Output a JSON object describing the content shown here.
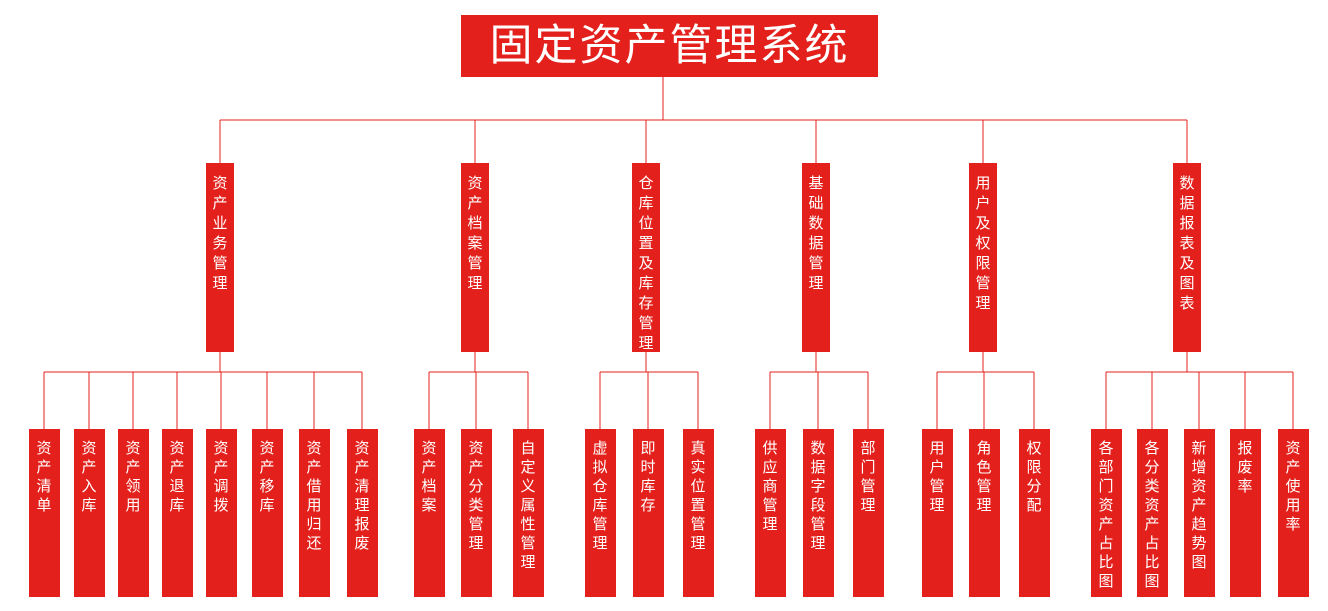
{
  "title": "固定资产管理系统",
  "colors": {
    "box": "#e3201b",
    "text": "#ffffff",
    "line": "#e3201b"
  },
  "categories": [
    {
      "label": "资产业务管理",
      "children": [
        "资产清单",
        "资产入库",
        "资产领用",
        "资产退库",
        "资产调拨",
        "资产移库",
        "资产借用归还",
        "资产清理报废"
      ]
    },
    {
      "label": "资产档案管理",
      "children": [
        "资产档案",
        "资产分类管理",
        "自定义属性管理"
      ]
    },
    {
      "label": "仓库位置及库存管理",
      "children": [
        "虚拟仓库管理",
        "即时库存",
        "真实位置管理"
      ]
    },
    {
      "label": "基础数据管理",
      "children": [
        "供应商管理",
        "数据字段管理",
        "部门管理"
      ]
    },
    {
      "label": "用户及权限管理",
      "children": [
        "用户管理",
        "角色管理",
        "权限分配"
      ]
    },
    {
      "label": "数据报表及图表",
      "children": [
        "各部门资产占比图",
        "各分类资产占比图",
        "新增资产趋势图",
        "报废率",
        "资产使用率"
      ]
    }
  ]
}
